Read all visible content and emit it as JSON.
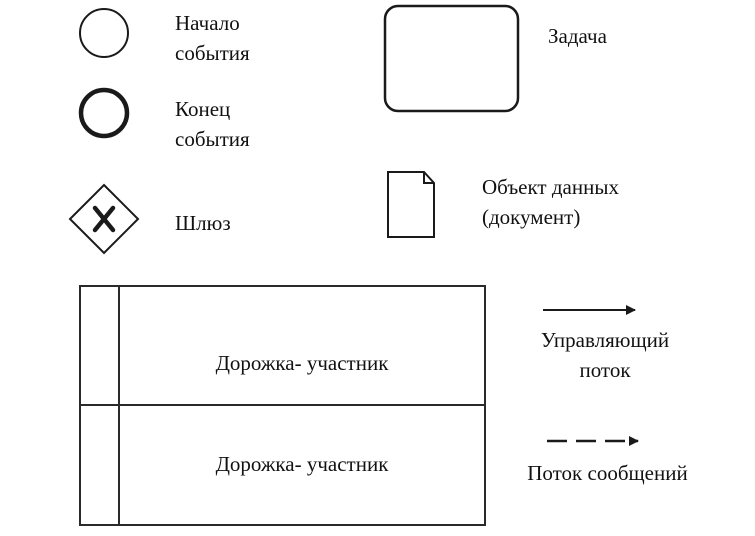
{
  "legend": {
    "start_event": {
      "icon": "start-event-circle-icon",
      "line1": "Начало",
      "line2": "события"
    },
    "end_event": {
      "icon": "end-event-circle-icon",
      "line1": "Конец",
      "line2": "события"
    },
    "gateway": {
      "icon": "exclusive-gateway-icon",
      "label": "Шлюз"
    },
    "task": {
      "icon": "task-rounded-rect-icon",
      "label": "Задача"
    },
    "data_object": {
      "icon": "data-object-document-icon",
      "line1": "Объект данных",
      "line2": "(документ)"
    },
    "pool": {
      "lanes": [
        {
          "label": "Дорожка- участник"
        },
        {
          "label": "Дорожка- участник"
        }
      ]
    },
    "control_flow": {
      "icon": "solid-arrow-icon",
      "line1": "Управляющий",
      "line2": "поток"
    },
    "message_flow": {
      "icon": "dashed-arrow-icon",
      "label": "Поток сообщений"
    }
  },
  "colors": {
    "stroke": "#1a1a1a",
    "background": "#ffffff"
  }
}
